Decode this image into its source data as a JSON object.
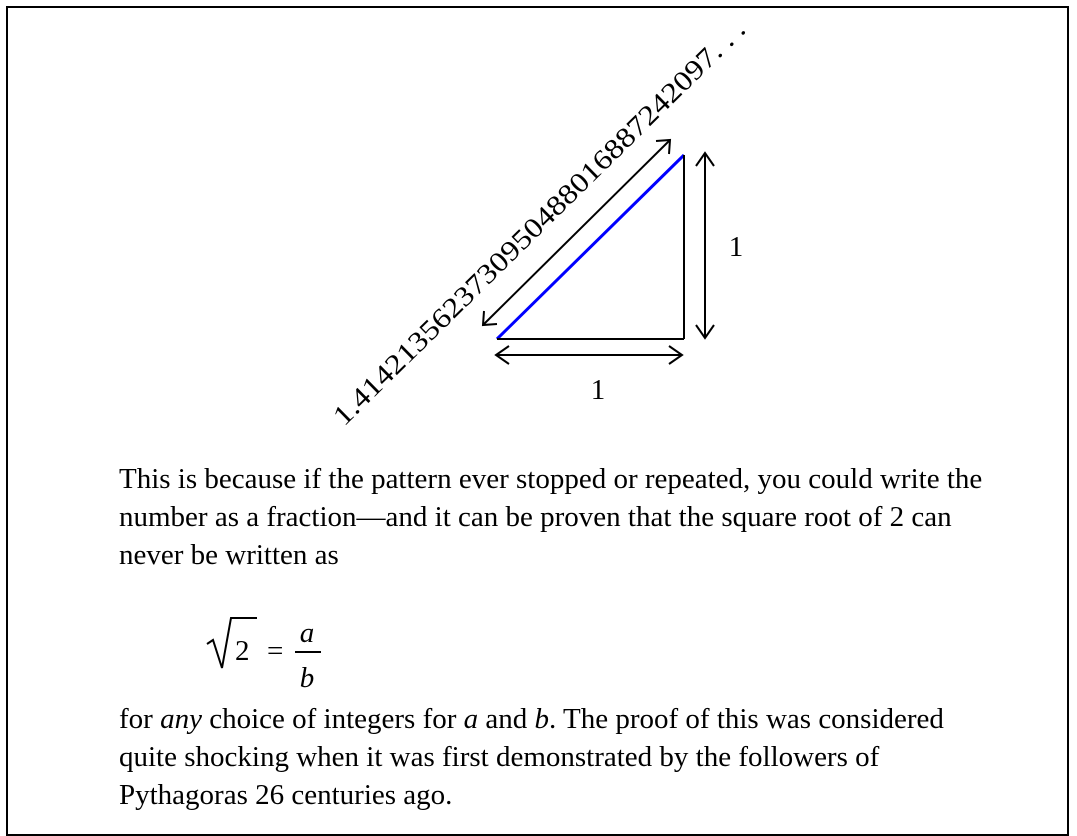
{
  "diagram": {
    "hypotenuse_label": "1.4142135623730950488016887242097. . .",
    "vertical_leg_label": "1",
    "horizontal_leg_label": "1",
    "hypotenuse_color": "#0000ff"
  },
  "text": {
    "paragraph_1": "This is because if the pattern ever stopped or repeated, you could write the number as a fraction—and it can be proven that the square root of 2 can never be written as",
    "paragraph_2": {
      "part_1": "for ",
      "any": "any",
      "part_2": " choice of integers for ",
      "a": "a",
      "part_3": " and ",
      "b": "b",
      "part_4": ". The proof of this was considered quite shocking when it was first demonstrated by the followers of Pythagoras 26 centuries ago."
    }
  },
  "formula": {
    "radicand": "2",
    "equals": "=",
    "numerator": "a",
    "denominator": "b"
  }
}
